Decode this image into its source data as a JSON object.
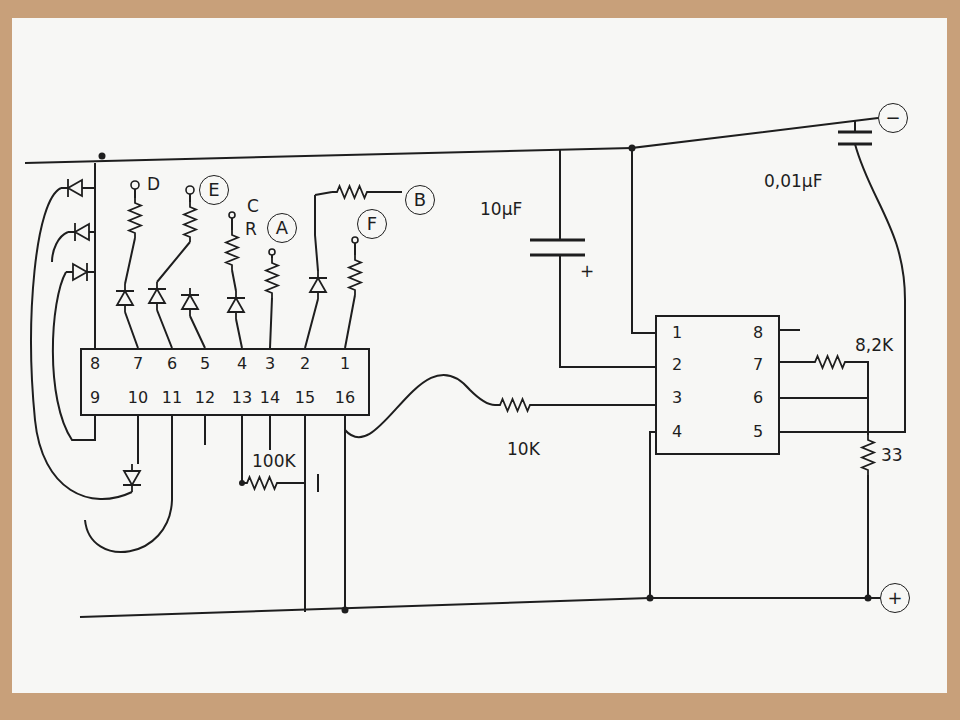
{
  "diagram": {
    "nodes": [
      {
        "text": [
          "E"
        ]
      },
      {
        "text": [
          "A"
        ]
      },
      {
        "text": [
          "F"
        ]
      },
      {
        "text": [
          "B"
        ]
      },
      {
        "text": [
          "8",
          "7",
          "6",
          "5",
          "4",
          "3",
          "2",
          "1",
          "9",
          "10",
          "11",
          "12",
          "13",
          "14",
          "15",
          "16"
        ]
      },
      {
        "text": [
          "−"
        ]
      },
      {
        "text": [
          "1",
          "2",
          "3",
          "4",
          "8",
          "7",
          "6",
          "5"
        ]
      },
      {
        "text": [
          "+"
        ]
      }
    ],
    "edges": [
      {
        "from": 6,
        "to": 5,
        "arrow": "none"
      },
      {
        "from": 6,
        "to": 7,
        "arrow": "none"
      }
    ],
    "labels": [
      "D",
      "C",
      "R",
      "10µF",
      "+",
      "0,01µF",
      "10K",
      "100K",
      "8,2K",
      "33"
    ]
  }
}
